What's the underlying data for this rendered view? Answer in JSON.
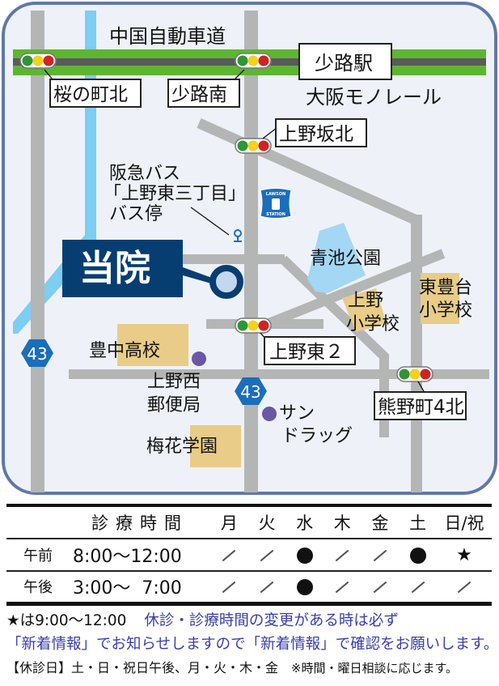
{
  "map": {
    "colors": {
      "frame": "#5f78a8",
      "background": "#eef2f8",
      "road": "#b4b5b5",
      "river": "#7ecdf2",
      "expressway_green": "#5db532",
      "monorail": "#5a5a5a",
      "school": "#e8cc88",
      "park": "#a3d7f3",
      "hospital_navy": "#073e72",
      "hospital_marker_fill": "#c3d7ef",
      "route_sign": "#1b6eba",
      "poi_purple": "#6a57a6",
      "signal_green": "#2e9634",
      "signal_yellow": "#f4d11e",
      "signal_red": "#d22222"
    },
    "labels": {
      "expressway": "中国自動車道",
      "monorail": "大阪モノレール",
      "station": "少路駅",
      "bus_stop_line1": "阪急バス",
      "bus_stop_line2": "「上野東三丁目」",
      "bus_stop_line3": "バス停",
      "hospital": "当院",
      "park": "青池公園",
      "ueno_school_line1": "上野",
      "ueno_school_line2": "小学校",
      "higashi_school_line1": "東豊台",
      "higashi_school_line2": "小学校",
      "toyonaka_high": "豊中高校",
      "post_office_line1": "上野西",
      "post_office_line2": "郵便局",
      "drugstore_line1": "サン",
      "drugstore_line2": "ドラッグ",
      "baika": "梅花学園",
      "route_number": "43",
      "lawson_top": "LAWSON",
      "lawson_bottom": "STATION"
    },
    "signals": [
      {
        "name": "桜の町北"
      },
      {
        "name": "少路南"
      },
      {
        "name": "上野坂北"
      },
      {
        "name": "上野東２"
      },
      {
        "name": "熊野町4北"
      }
    ]
  },
  "schedule": {
    "header": {
      "hours": "診療時間",
      "days": [
        "月",
        "火",
        "水",
        "木",
        "金",
        "土",
        "日/祝"
      ]
    },
    "rows": [
      {
        "period": "午前",
        "time": "8:00〜12:00",
        "marks": [
          "slash",
          "slash",
          "dot",
          "slash",
          "slash",
          "dot",
          "star"
        ]
      },
      {
        "period": "午後",
        "time": "3:00〜  7:00",
        "marks": [
          "slash",
          "slash",
          "dot",
          "slash",
          "slash",
          "slash",
          "slash"
        ]
      }
    ],
    "star_symbol": "★"
  },
  "notes": {
    "star_note": "★は9:00〜12:00",
    "notice_line1": "休診・診療時間の変更がある時は必ず",
    "notice_line2": "「新着情報」でお知らせしますので「新着情報」で確認をお願いします。",
    "closed_days": "【休診日】土・日・祝日午後、月・火・木・金",
    "consult_note": "※時間・曜日相談に応じます。"
  }
}
